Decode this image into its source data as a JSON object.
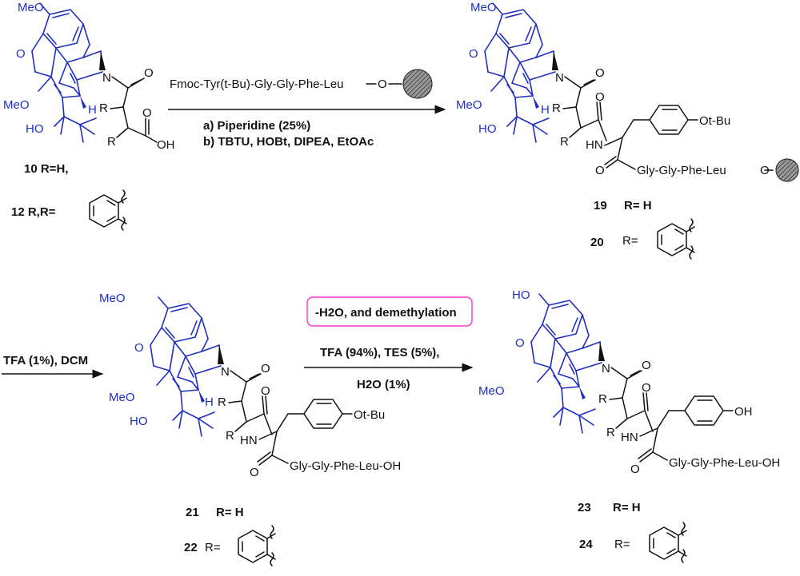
{
  "substituents": {
    "methoxy": "MeO",
    "hydroxy": "HO",
    "hydroxy_right": "OH",
    "oxygen": "O",
    "nitrogen": "N",
    "hydrogen": "H",
    "amide_nh": "HN",
    "r_group": "R",
    "tert_butoxy": "Ot-Bu",
    "r_equals": "R="
  },
  "compounds": {
    "c10": "10 R=H,",
    "c12": "12 R,R=",
    "c19_num": "19",
    "c19_r": "R= H",
    "c20_num": "20",
    "c21_num": "21",
    "c21_r": "R= H",
    "c22_num": "22",
    "c23_num": "23",
    "c23_r": "R= H",
    "c24_num": "24"
  },
  "peptides": {
    "resin_reagent": "Fmoc-Tyr(t-Bu)-Gly-Gly-Phe-Leu",
    "resin_chain": "Gly-Gly-Phe-Leu",
    "free_acid_chain": "Gly-Gly-Phe-Leu-OH"
  },
  "conditions": {
    "step1_a": "a) Piperidine (25%)",
    "step1_b": "b) TBTU, HOBt, DIPEA, EtOAc",
    "step2": "TFA (1%), DCM",
    "step3_note": "-H2O, and demethylation",
    "step3_line1": "TFA (94%), TES (5%),",
    "step3_line2": "H2O (1%)"
  },
  "colors": {
    "scaffold": "#1f2fbf",
    "bonds": "#111111",
    "highlight_box": "#ff33cc",
    "resin_bead": "#5a5a5a"
  }
}
